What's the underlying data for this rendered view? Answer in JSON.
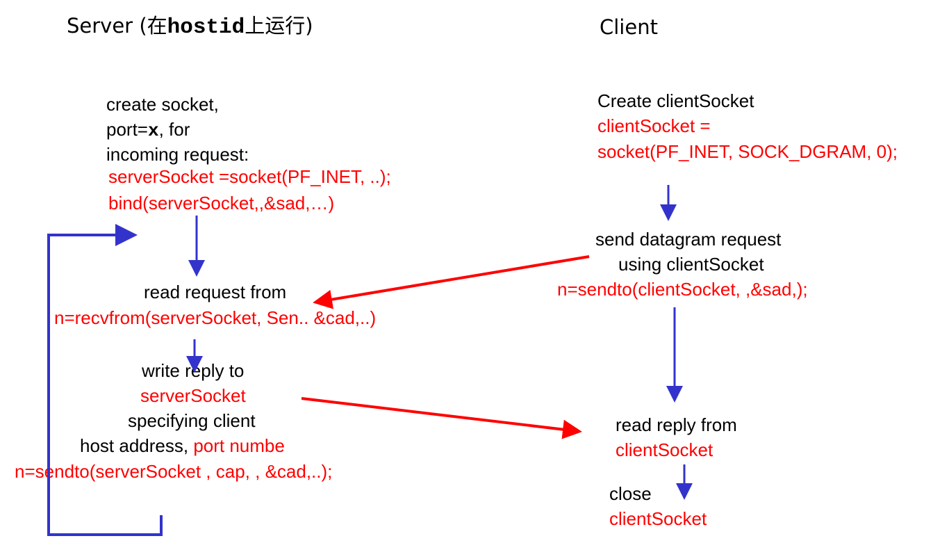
{
  "server_title": {
    "prefix": "Server (在",
    "host": "hostid",
    "suffix": "上运行)"
  },
  "client_title": "Client",
  "server": {
    "create": {
      "line1": "create socket,",
      "line2_prefix": "port=",
      "line2_var": "x",
      "line2_suffix": ", for",
      "line3": "incoming request:",
      "code1": "serverSocket =socket(PF_INET, ..);",
      "code2": "bind(serverSocket,,&sad,…)"
    },
    "read": {
      "line1": "read request from",
      "code": "n=recvfrom(serverSocket, Sen.. &cad,..)"
    },
    "write": {
      "line1": "write reply to",
      "line2": "serverSocket",
      "line3": "specifying client",
      "line4_prefix": "host address, ",
      "line4_red": "port numbe",
      "code": "n=sendto(serverSocket , cap, , &cad,..);"
    }
  },
  "client": {
    "create": {
      "line1": "Create clientSocket",
      "code1": "clientSocket =",
      "code2": "socket(PF_INET, SOCK_DGRAM, 0);"
    },
    "send": {
      "line1": "send datagram request",
      "line2": "using clientSocket",
      "code": "n=sendto(clientSocket,  ,&sad,);"
    },
    "read": {
      "line1": "read reply from",
      "line2": "clientSocket"
    },
    "close": {
      "line1": "close",
      "line2": "clientSocket"
    }
  },
  "colors": {
    "code": "#ff0000",
    "flow_arrow": "#3333cc",
    "message_arrow": "#ff0000",
    "text": "#000000"
  }
}
